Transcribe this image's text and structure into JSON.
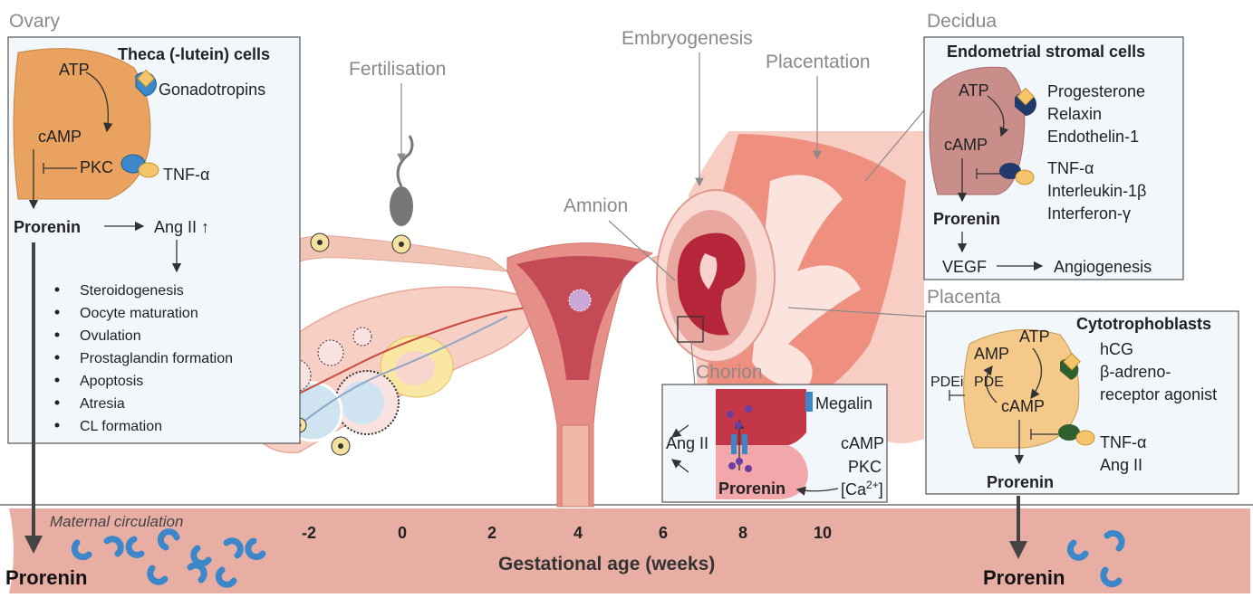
{
  "regions": {
    "ovary": "Ovary",
    "fertilisation": "Fertilisation",
    "embryogenesis": "Embryogenesis",
    "placentation": "Placentation",
    "decidua": "Decidua",
    "amnion": "Amnion",
    "chorion": "Chorion",
    "placenta": "Placenta",
    "maternal_circulation": "Maternal circulation"
  },
  "ovary_box": {
    "title": "Theca (-lutein) cells",
    "atp": "ATP",
    "camp": "cAMP",
    "pkc": "PKC",
    "gonadotropins": "Gonadotropins",
    "tnf": "TNF-α",
    "prorenin": "Prorenin",
    "ang2": "Ang II ↑",
    "effects": [
      "Steroidogenesis",
      "Oocyte maturation",
      "Ovulation",
      "Prostaglandin formation",
      "Apoptosis",
      "Atresia",
      "CL formation"
    ]
  },
  "decidua_box": {
    "title": "Endometrial stromal cells",
    "atp": "ATP",
    "camp": "cAMP",
    "stimulators": [
      "Progesterone",
      "Relaxin",
      "Endothelin-1"
    ],
    "inhibitors": [
      "TNF-α",
      "Interleukin-1β",
      "Interferon-γ"
    ],
    "prorenin": "Prorenin",
    "vegf": "VEGF",
    "angiogenesis": "Angiogenesis"
  },
  "placenta_box": {
    "title": "Cytotrophoblasts",
    "amp": "AMP",
    "atp": "ATP",
    "pde": "PDE",
    "pdei": "PDEi",
    "camp": "cAMP",
    "stimulators": [
      "hCG",
      "β-adreno-",
      "receptor agonist"
    ],
    "inhibitors": [
      "TNF-α",
      "Ang II"
    ],
    "prorenin": "Prorenin"
  },
  "chorion_box": {
    "megalin": "Megalin",
    "ang2": "Ang II",
    "camp": "cAMP",
    "pkc": "PKC",
    "calcium": "[Ca",
    "calcium_sup": "2+",
    "calcium_close": "]",
    "prorenin": "Prorenin"
  },
  "timeline": {
    "ticks": [
      "-2",
      "0",
      "2",
      "4",
      "6",
      "8",
      "10"
    ],
    "axis_label": "Gestational age (weeks)",
    "prorenin_left": "Prorenin",
    "prorenin_right": "Prorenin"
  },
  "colors": {
    "uterus_pink": "#e8a39b",
    "band": "#e8aea4",
    "theca_orange": "#e9a25f",
    "stromal": "#c98e8a",
    "cytotroph": "#f4c98a",
    "receptor_blue": "#3b87c9",
    "receptor_navy": "#1f3a6b",
    "receptor_green": "#2f5e2f",
    "ligand_yellow": "#f6c46a"
  }
}
